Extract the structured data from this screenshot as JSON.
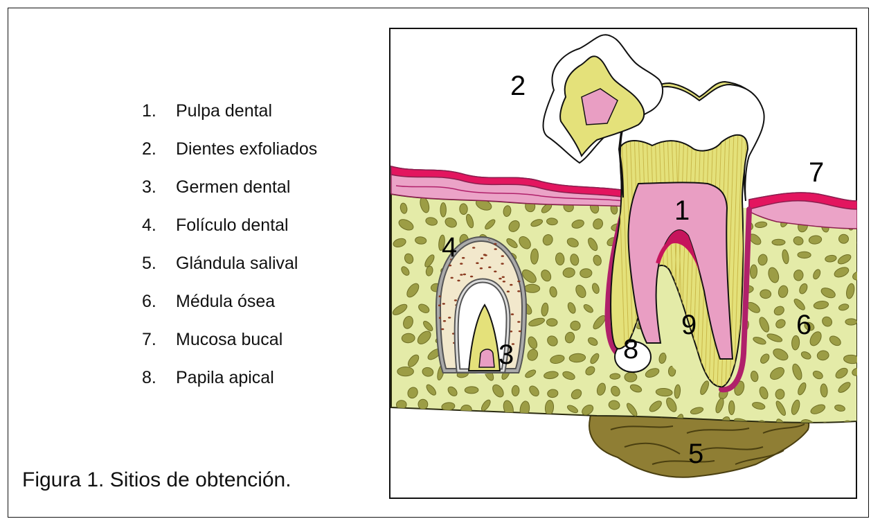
{
  "legend": {
    "items": [
      {
        "num": "1.",
        "label": "Pulpa dental"
      },
      {
        "num": "2.",
        "label": "Dientes exfoliados"
      },
      {
        "num": "3.",
        "label": "Germen dental"
      },
      {
        "num": "4.",
        "label": "Folículo dental"
      },
      {
        "num": "5.",
        "label": "Glándula salival"
      },
      {
        "num": "6.",
        "label": "Médula ósea"
      },
      {
        "num": "7.",
        "label": "Mucosa bucal"
      },
      {
        "num": "8.",
        "label": "Papila apical"
      }
    ]
  },
  "caption": "Figura 1. Sitios de obtención.",
  "diagram": {
    "labels": [
      "1",
      "2",
      "3",
      "4",
      "5",
      "6",
      "7",
      "8",
      "9"
    ]
  },
  "colors": {
    "bone": "#e4eba8",
    "marrow_spots": "#9c9d45",
    "mucosa": "#e3155f",
    "mucosa_light": "#eba3c7",
    "pulp": "#e99ec3",
    "dentin": "#e4e17a",
    "enamel": "#ffffff",
    "gland": "#8f7e34"
  }
}
